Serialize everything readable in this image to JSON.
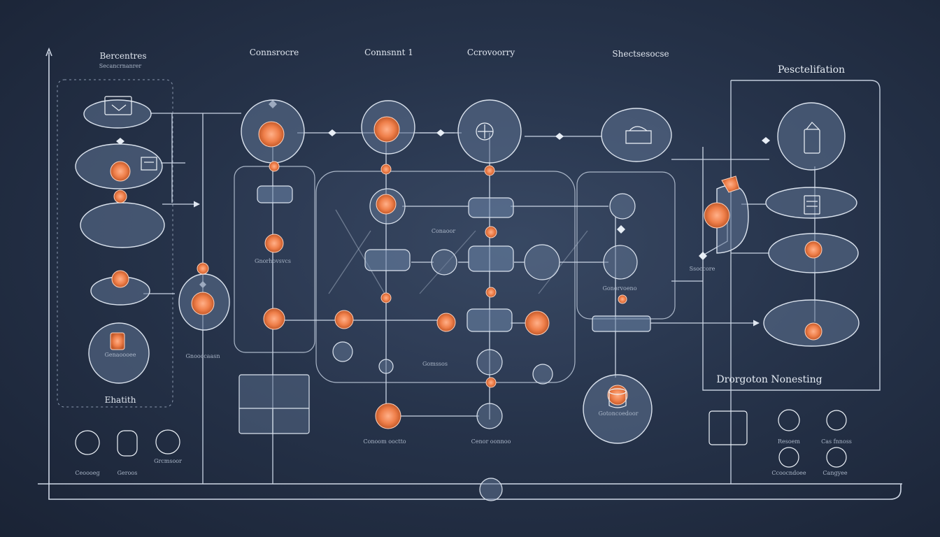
{
  "colors": {
    "background": "#26334a",
    "line": "#c9d4e4",
    "accent": "#ef7f4a",
    "node_fill": "#4a5b78"
  },
  "headers": {
    "col1_title": "Bercentres",
    "col1_sub": "Secancrnanrer",
    "col2_title": "Connsrocre",
    "col3_title": "Connsnnt 1",
    "col4_title": "Ccrovoorry",
    "col5_title": "Shectsesocse",
    "right_title": "Pesctelifation"
  },
  "labels": {
    "left_bottom_title": "Ehatith",
    "left_node_caption": "Genaoooee",
    "left_mid_caption": "Gnooccaasn",
    "mid_stack_caption": "Gnorhovsvcs",
    "bottom_center_a": "Conoom ooctto",
    "bottom_center_b": "Cenor oonnoo",
    "bottom_db_caption": "Gotoncoedoor",
    "right_panel_title": "Drorgoton Nonesting",
    "right_left_caption": "Ssoccore",
    "right_bottom_a": "Resoem",
    "right_bottom_b": "Cas fnnoss",
    "right_bottom_c": "Ccoocndoee",
    "right_bottom_d": "Cangyee",
    "left_icons_a": "Ceoooeg",
    "left_icons_b": "Geroos",
    "left_icons_c": "Grcmsoor",
    "mid_node_a": "Gomssos",
    "mid_node_b": "Conaoor",
    "mid_node_c": "Gonorvoeno"
  },
  "icons": [
    "monitor-icon",
    "database-icon",
    "server-icon",
    "lock-icon",
    "cloud-icon",
    "gear-icon",
    "document-icon",
    "user-icon"
  ]
}
